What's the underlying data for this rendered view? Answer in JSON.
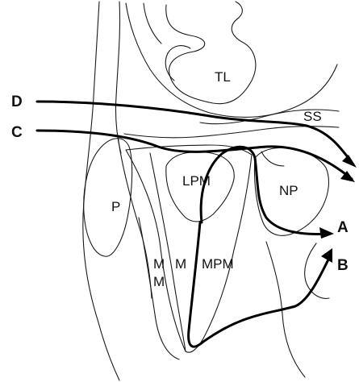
{
  "labels": {
    "TL": "TL",
    "SS": "SS",
    "LPM": "LPM",
    "NP": "NP",
    "P": "P",
    "MM_top": "M",
    "MM_bottom": "M",
    "M": "M",
    "MPM": "MPM"
  },
  "arrows": {
    "D": "D",
    "C": "C",
    "A": "A",
    "B": "B"
  },
  "colors": {
    "ink": "#000000",
    "background": "#ffffff"
  }
}
